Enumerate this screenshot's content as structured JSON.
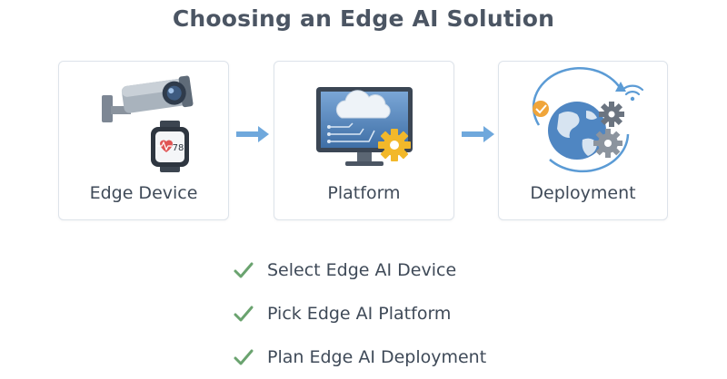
{
  "title": "Choosing an Edge AI Solution",
  "steps": [
    {
      "label": "Edge Device",
      "icon": "security-camera-and-smartwatch-icon",
      "watch_reading": "78"
    },
    {
      "label": "Platform",
      "icon": "cloud-monitor-gear-icon"
    },
    {
      "label": "Deployment",
      "icon": "globe-gears-wifi-icon"
    }
  ],
  "checklist": [
    "Select Edge AI Device",
    "Pick Edge AI Platform",
    "Plan Edge AI Deployment"
  ],
  "colors": {
    "arrow": "#6fa8dc",
    "check": "#6aa36f",
    "card_border": "#dde3ea",
    "gear": "#f2b82a"
  }
}
